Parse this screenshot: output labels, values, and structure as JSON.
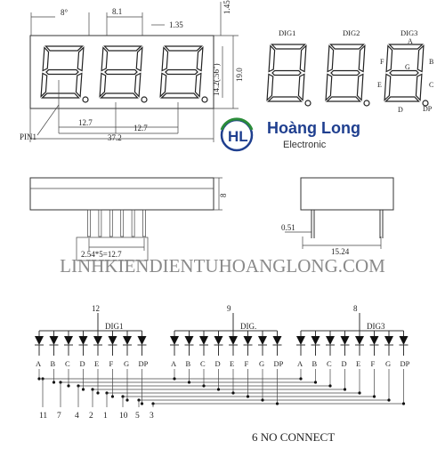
{
  "front_view": {
    "dimensions": {
      "angle": "8°",
      "digit_width": "8.1",
      "seg_gap": "1.35",
      "top_gap": "1.45",
      "char_height": "14.2(.56\")",
      "total_height": "19.0",
      "pin_pitch": "12.7",
      "pin_span": "12.7",
      "total_width": "37.2"
    },
    "pin1_label": "PIN1"
  },
  "top_view": {
    "digit_labels": [
      "DIG1",
      "DIG2",
      "DIG3"
    ],
    "segment_labels": [
      "A",
      "B",
      "C",
      "D",
      "E",
      "F",
      "G",
      "DP"
    ]
  },
  "logo": {
    "monogram": "HL",
    "name": "Hoàng Long",
    "subtitle": "Electronic"
  },
  "side_view": {
    "height": "8",
    "pin_pitch": "2.54*5=12.7",
    "lead_width": "0.51",
    "body_depth": "15.24"
  },
  "watermark": "LINHKIENDIENTUHOANGLONG.COM",
  "schematic": {
    "groups": [
      {
        "label": "DIG1",
        "pin": "12"
      },
      {
        "label": "DIG.",
        "pin": "9"
      },
      {
        "label": "DIG3",
        "pin": "8"
      }
    ],
    "segments": [
      "A",
      "B",
      "C",
      "D",
      "E",
      "F",
      "G",
      "DP"
    ],
    "bottom_pins": [
      "11",
      "7",
      "4",
      "2",
      "1",
      "10",
      "5",
      "3"
    ],
    "note": "6 NO CONNECT"
  }
}
